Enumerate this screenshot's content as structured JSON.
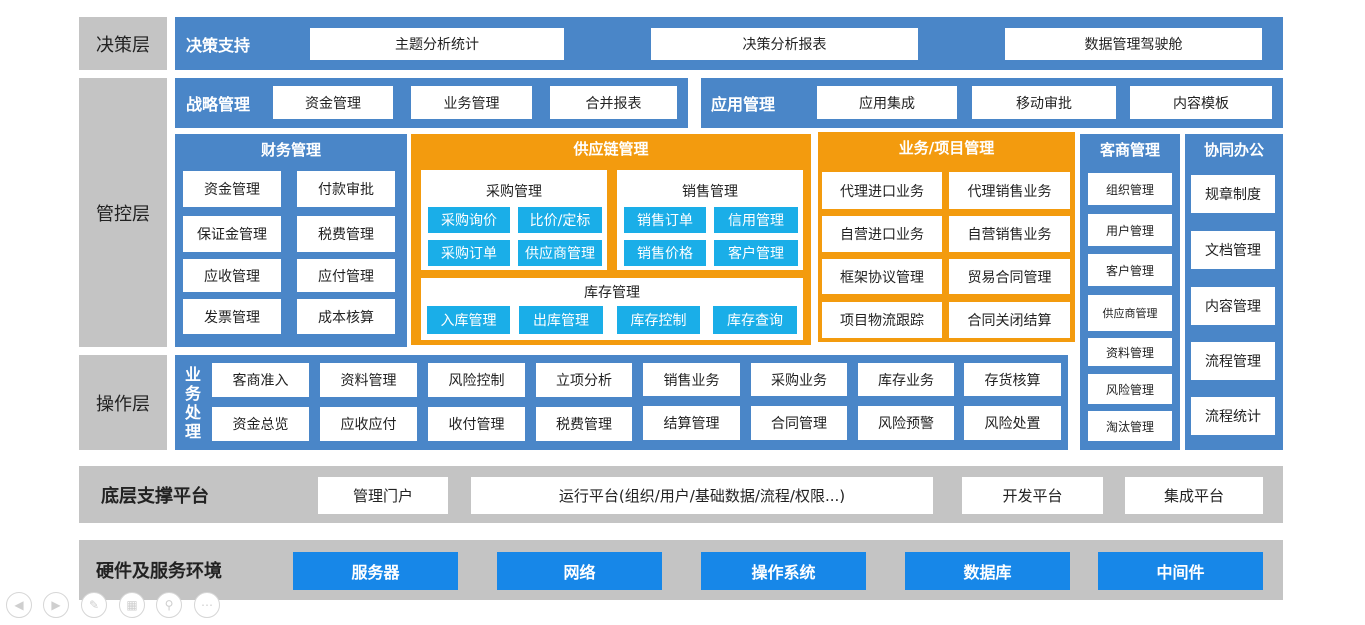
{
  "layers": {
    "decision": "决策层",
    "control": "管控层",
    "operation": "操作层"
  },
  "decision_support": {
    "title": "决策支持",
    "items": [
      "主题分析统计",
      "决策分析报表",
      "数据管理驾驶舱"
    ]
  },
  "strategy": {
    "title": "战略管理",
    "items": [
      "资金管理",
      "业务管理",
      "合并报表"
    ]
  },
  "application": {
    "title": "应用管理",
    "items": [
      "应用集成",
      "移动审批",
      "内容模板"
    ]
  },
  "finance": {
    "title": "财务管理",
    "items": [
      "资金管理",
      "付款审批",
      "保证金管理",
      "税费管理",
      "应收管理",
      "应付管理",
      "发票管理",
      "成本核算"
    ]
  },
  "supply_chain": {
    "title": "供应链管理",
    "purchase": {
      "title": "采购管理",
      "items": [
        "采购询价",
        "比价/定标",
        "采购订单",
        "供应商管理"
      ]
    },
    "sales": {
      "title": "销售管理",
      "items": [
        "销售订单",
        "信用管理",
        "销售价格",
        "客户管理"
      ]
    },
    "inventory": {
      "title": "库存管理",
      "items": [
        "入库管理",
        "出库管理",
        "库存控制",
        "库存查询"
      ]
    }
  },
  "business_project": {
    "title": "业务/项目管理",
    "items": [
      "代理进口业务",
      "代理销售业务",
      "自营进口业务",
      "自营销售业务",
      "框架协议管理",
      "贸易合同管理",
      "项目物流跟踪",
      "合同关闭结算"
    ]
  },
  "customer_mgmt": {
    "title": "客商管理",
    "items": [
      "组织管理",
      "用户管理",
      "客户管理",
      "供应商管理",
      "资料管理",
      "风险管理",
      "淘汰管理"
    ]
  },
  "collaboration": {
    "title": "协同办公",
    "items": [
      "规章制度",
      "文档管理",
      "内容管理",
      "流程管理",
      "流程统计"
    ]
  },
  "business_processing": {
    "title_chars": [
      "业",
      "务",
      "处",
      "理"
    ],
    "row1": [
      "客商准入",
      "资料管理",
      "风险控制",
      "立项分析",
      "销售业务",
      "采购业务",
      "库存业务",
      "存货核算"
    ],
    "row2": [
      "资金总览",
      "应收应付",
      "收付管理",
      "税费管理",
      "结算管理",
      "合同管理",
      "风险预警",
      "风险处置"
    ]
  },
  "support_platform": {
    "title": "底层支撑平台",
    "items": [
      "管理门户",
      "运行平台(组织/用户/基础数据/流程/权限...)",
      "开发平台",
      "集成平台"
    ]
  },
  "hardware": {
    "title": "硬件及服务环境",
    "items": [
      "服务器",
      "网络",
      "操作系统",
      "数据库",
      "中间件"
    ]
  },
  "viewer_controls": [
    "prev-icon",
    "next-icon",
    "pen-icon",
    "layout-icon",
    "zoom-icon",
    "more-icon"
  ]
}
